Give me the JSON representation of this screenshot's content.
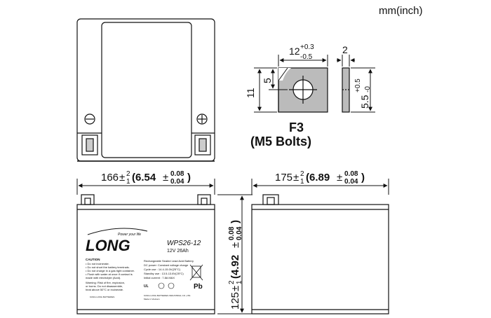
{
  "units": "mm(inch)",
  "terminal": {
    "width_main": "12",
    "width_tol_plus": "+0.3",
    "width_tol_minus": "-0.5",
    "thickness": "2",
    "height": "11",
    "hole_offset": "5",
    "side_height_main": "5.5",
    "side_tol_plus": "+0.5",
    "side_tol_minus": "-0",
    "type": "F3",
    "bolts": "(M5 Bolts)"
  },
  "dimensions": {
    "length": {
      "main": "166",
      "pm": "±",
      "tol_up": "2",
      "tol_down": "1",
      "inch": "(6.54",
      "inch_pm": "±",
      "inch_tol_up": "0.08",
      "inch_tol_down": "0.04",
      "close": ")"
    },
    "width": {
      "main": "175",
      "pm": "±",
      "tol_up": "2",
      "tol_down": "1",
      "inch": "(6.89",
      "inch_pm": "±",
      "inch_tol_up": "0.08",
      "inch_tol_down": "0.04",
      "close": ")"
    },
    "height": {
      "main": "125",
      "pm": "±",
      "tol_up": "2",
      "tol_down": "1",
      "inch": "(4.92",
      "inch_pm": "±",
      "inch_tol_up": "0.08",
      "inch_tol_down": "0.04",
      "close": ")"
    }
  },
  "label": {
    "brand": "LONG",
    "tagline": "Power your life",
    "model": "WPS26-12",
    "rating": "12V 26Ah",
    "caution_title": "CAUTION",
    "caution_lines": [
      "• Do not incinerate.",
      "• Do not short the battery terminals.",
      "• Do not charge in a gas tight container.",
      "• Flush with water at once if contact is",
      "  made with electrolyte (Acid)."
    ],
    "warning_lines": [
      "Warning: Risk of fire, explosion,",
      "or burns. Do not disassemble,",
      "heat above 50°C or incinerate."
    ],
    "mid_lines": [
      "Rechargeable Sealed Lead Acid Battery",
      "DC power: Constant voltage charge",
      "Cycle use : 14.4-15.0V(25°C)",
      "Standby use : 13.5-13.8V(25°C)",
      "Initial current : 7.8A MAX"
    ],
    "maker": "KUNG LONG BATTERIES",
    "maker_right": "KUNG LONG BATTERIES INDUSTRIAL CO.,LTD.",
    "made_in": "Made in Vietnam",
    "pb": "Pb",
    "ul": "UL"
  },
  "icons": {
    "terminal_bolt": "crosshair-bolt-icon",
    "minus_terminal": "minus-terminal-icon",
    "plus_terminal": "plus-terminal-icon",
    "recycle_bin": "crossed-bin-icon"
  },
  "colors": {
    "line": "#111111",
    "terminal_fill": "#bbbbbb",
    "body_fill": "#ffffff",
    "top_face_fill": "#ffffff"
  }
}
